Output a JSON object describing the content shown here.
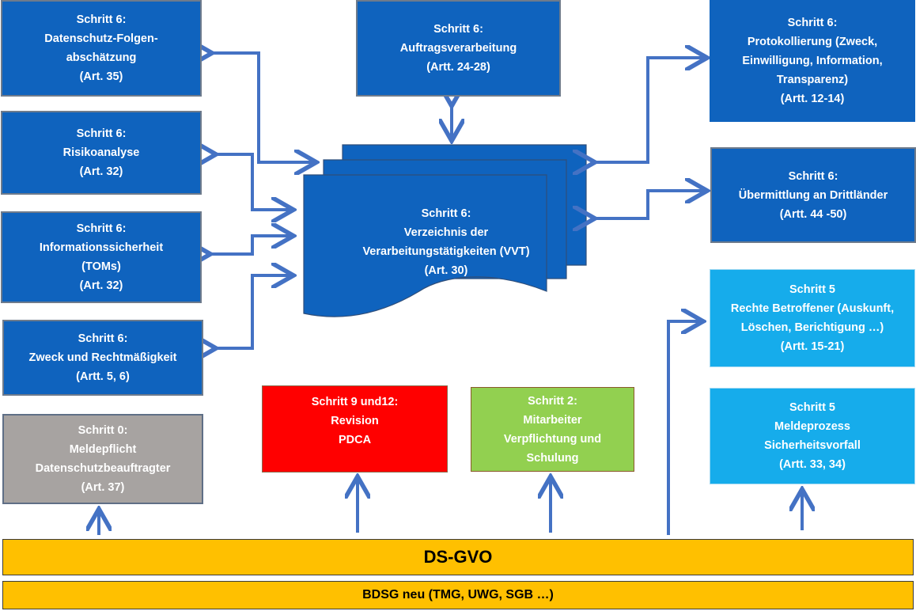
{
  "boxes": {
    "dsfa": [
      "Schritt 6:",
      "Datenschutz-Folgen-",
      "abschätzung",
      "(Art. 35)"
    ],
    "risiko": [
      "Schritt 6:",
      "Risikoanalyse",
      "(Art. 32)"
    ],
    "infosec": [
      "Schritt 6:",
      "Informationssicherheit",
      "(TOMs)",
      "(Art. 32)"
    ],
    "zweck": [
      "Schritt 6:",
      "Zweck und Rechtmäßigkeit",
      "(Artt. 5, 6)"
    ],
    "meldepflicht": [
      "Schritt 0:",
      "Meldepflicht",
      "Datenschutzbeauftragter",
      "(Art. 37)"
    ],
    "auftrag": [
      "Schritt 6:",
      "Auftragsverarbeitung",
      "(Artt. 24-28)"
    ],
    "protokoll": [
      "Schritt 6:",
      "Protokollierung (Zweck,",
      "Einwilligung, Information,",
      "Transparenz)",
      "(Artt. 12-14)"
    ],
    "uebermittlung": [
      "Schritt 6:",
      "Übermittlung an Drittländer",
      "(Artt. 44 -50)"
    ],
    "rechte": [
      "Schritt 5",
      "Rechte Betroffener (Auskunft,",
      "Löschen, Berichtigung …)",
      "(Artt. 15-21)"
    ],
    "meldeprozess": [
      "Schritt 5",
      "Meldeprozess",
      "Sicherheitsvorfall",
      "(Artt. 33, 34)"
    ],
    "revision": [
      "Schritt 9 und12:",
      "Revision",
      "PDCA"
    ],
    "mitarbeiter": [
      "Schritt 2:",
      "Mitarbeiter",
      "Verpflichtung und",
      "Schulung"
    ],
    "vvt": [
      "Schritt 6:",
      "Verzeichnis der",
      "Verarbeitungstätigkeiten (VVT)",
      "(Art. 30)"
    ]
  },
  "bars": {
    "dsgvo": "DS-GVO",
    "bdsg": "BDSG neu (TMG, UWG, SGB …)"
  },
  "colors": {
    "dark_blue": "#0F63BE",
    "light_blue": "#16ACEB",
    "grey": "#A7A3A1",
    "red": "#FF0000",
    "green": "#92D050",
    "yellow": "#FFC000",
    "arrow": "#4472C4"
  }
}
